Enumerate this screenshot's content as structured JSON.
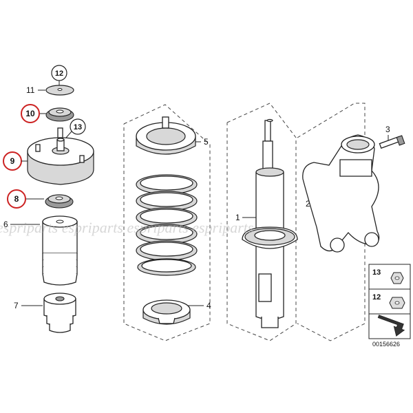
{
  "callouts": {
    "c1": "1",
    "c2": "2",
    "c3": "3",
    "c4": "4",
    "c5": "5",
    "c6": "6",
    "c7": "7",
    "c8": "8",
    "c9": "9",
    "c10": "10",
    "c11": "11",
    "c12": "12",
    "c13": "13"
  },
  "legend": {
    "item13": "13",
    "item12": "12"
  },
  "doc_number": "00156626",
  "watermark": "espriparts espriparts espriparts espriparts",
  "colors": {
    "highlight": "#cc2222",
    "line": "#222222",
    "shade": "#d8d8d8",
    "watermark": "#b8b8b8"
  }
}
